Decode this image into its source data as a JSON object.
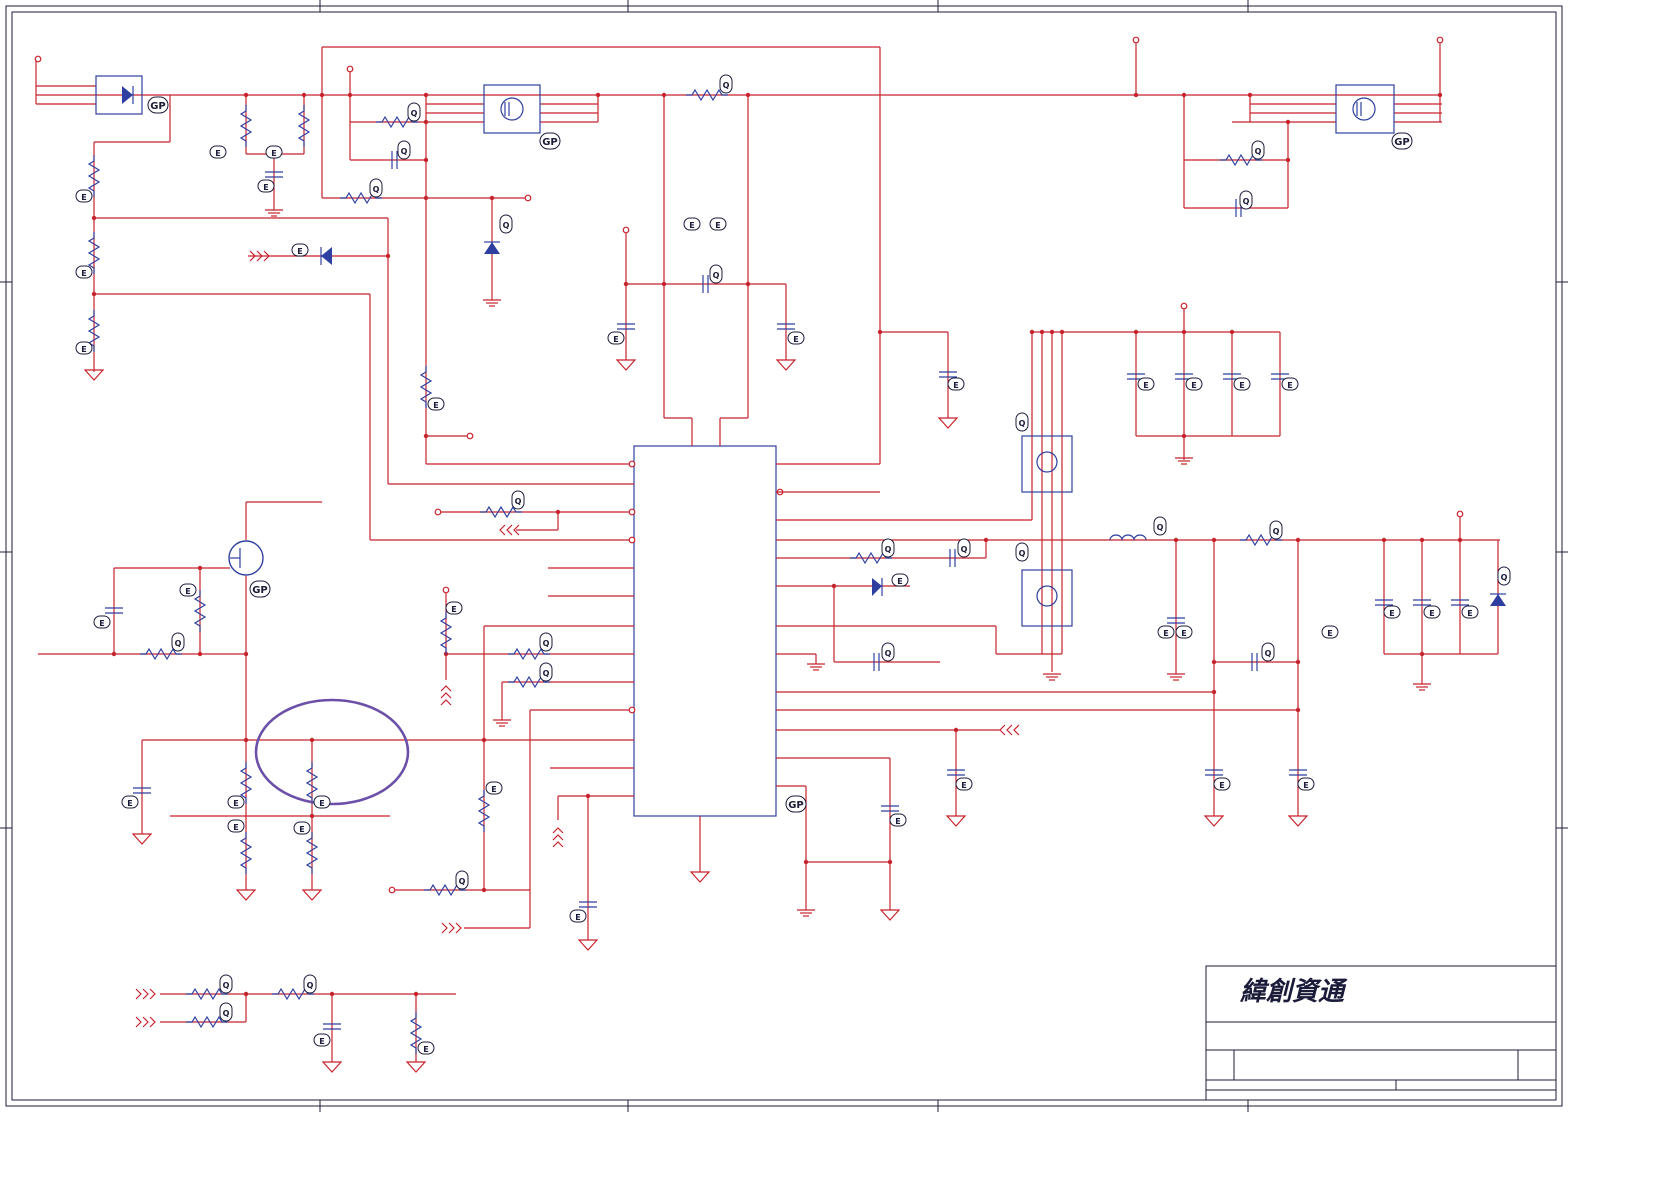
{
  "title_block": {
    "company": "緯創資通"
  },
  "marks": {
    "gp": "GP",
    "q": "Q",
    "e": "E"
  },
  "colors": {
    "wire": "#c8232c",
    "component": "#2f3f9f",
    "frame": "#1b1b3a",
    "annotation_ellipse": "#6b4fa8",
    "background": "#ffffff"
  },
  "icons": [
    "diode-icon",
    "mosfet-icon",
    "resistor-icon",
    "capacitor-icon",
    "inductor-icon",
    "ground-icon",
    "power-port-icon",
    "offpage-arrow-icon"
  ]
}
